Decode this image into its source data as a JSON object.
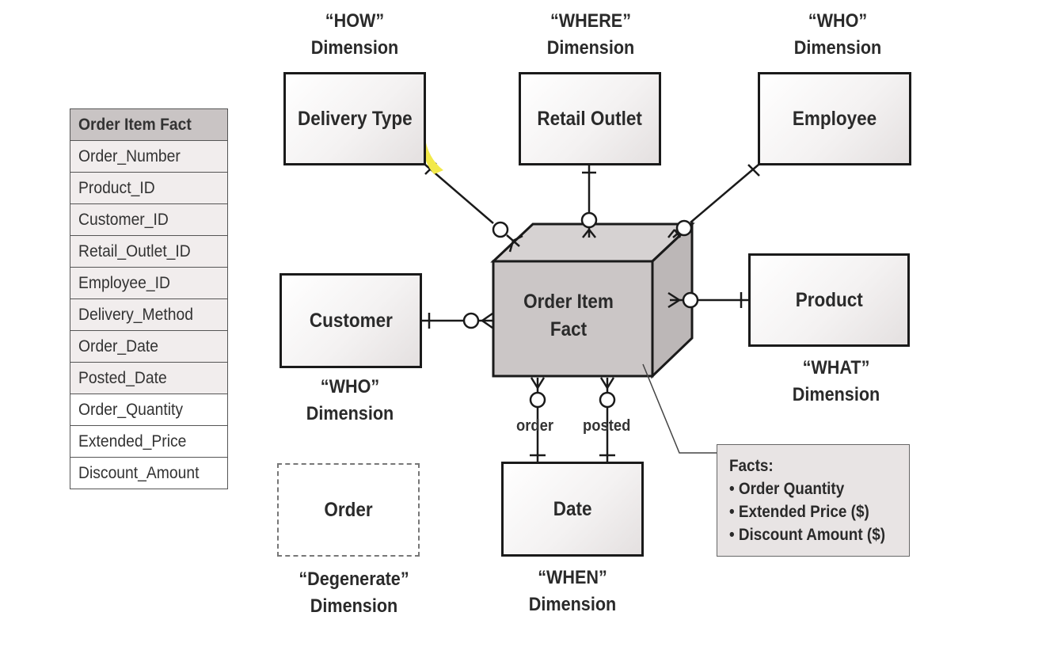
{
  "table": {
    "header": "Order Item Fact",
    "rows": [
      "Order_Number",
      "Product_ID",
      "Customer_ID",
      "Retail_Outlet_ID",
      "Employee_ID",
      "Delivery_Method",
      "Order_Date",
      "Posted_Date",
      "Order_Quantity",
      "Extended_Price",
      "Discount_Amount"
    ]
  },
  "fact": {
    "line1": "Order Item",
    "line2": "Fact"
  },
  "dimensions": {
    "delivery_type": {
      "label": "Delivery Type",
      "caption_top": "“HOW”",
      "caption_bottom": "Dimension"
    },
    "retail_outlet": {
      "label": "Retail Outlet",
      "caption_top": "“WHERE”",
      "caption_bottom": "Dimension"
    },
    "employee": {
      "label": "Employee",
      "caption_top": "“WHO”",
      "caption_bottom": "Dimension"
    },
    "customer": {
      "label": "Customer",
      "caption_top": "“WHO”",
      "caption_bottom": "Dimension"
    },
    "product": {
      "label": "Product",
      "caption_top": "“WHAT”",
      "caption_bottom": "Dimension"
    },
    "date": {
      "label": "Date",
      "caption_top": "“WHEN”",
      "caption_bottom": "Dimension"
    },
    "order": {
      "label": "Order",
      "caption_top": "“Degenerate”",
      "caption_bottom": "Dimension"
    }
  },
  "edge_labels": {
    "order": "order",
    "posted": "posted"
  },
  "facts_note": {
    "title": "Facts:",
    "items": [
      "• Order Quantity",
      "• Extended Price ($)",
      "• Discount Amount ($)"
    ]
  }
}
